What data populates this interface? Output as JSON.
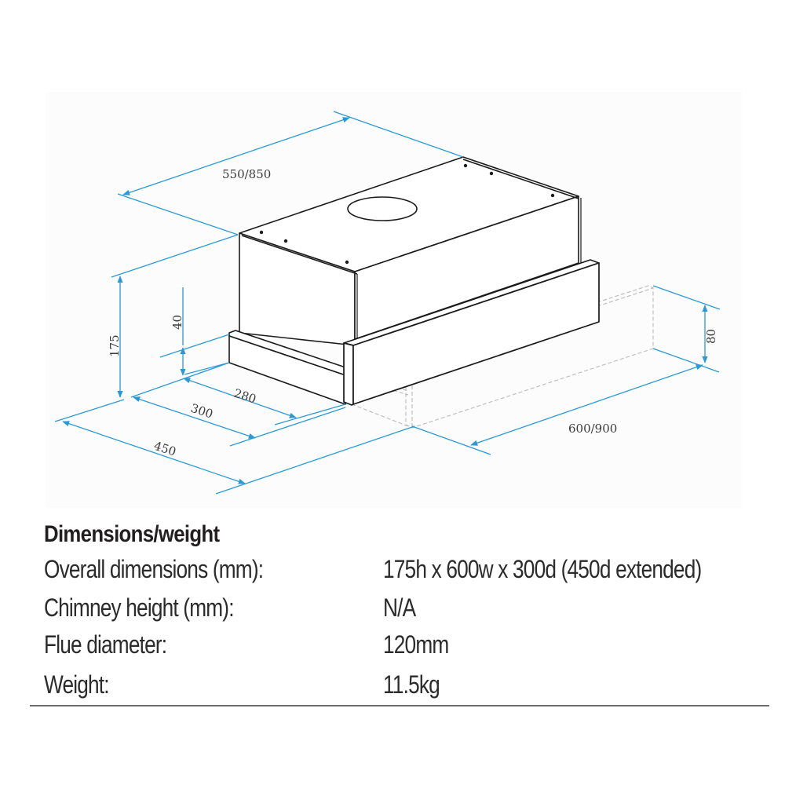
{
  "diagram": {
    "title": "Telescopic rangehood dimension drawing",
    "dimension_color": "#2a9ad6",
    "line_color": "#1a1a1a",
    "ghost_color": "#b0b0b0",
    "labels": {
      "width_top": "550/850",
      "height_total": "175",
      "height_front": "40",
      "depth_280": "280",
      "depth_300": "300",
      "depth_450": "450",
      "panel_width": "600/900",
      "panel_height": "80"
    }
  },
  "specs": {
    "heading": "Dimensions/weight",
    "rows": [
      {
        "label": "Overall dimensions (mm):",
        "value": "175h x 600w x 300d (450d extended)"
      },
      {
        "label": "Chimney height (mm):",
        "value": "N/A"
      },
      {
        "label": "Flue diameter:",
        "value": "120mm"
      },
      {
        "label": "Weight:",
        "value": "11.5kg"
      }
    ]
  }
}
